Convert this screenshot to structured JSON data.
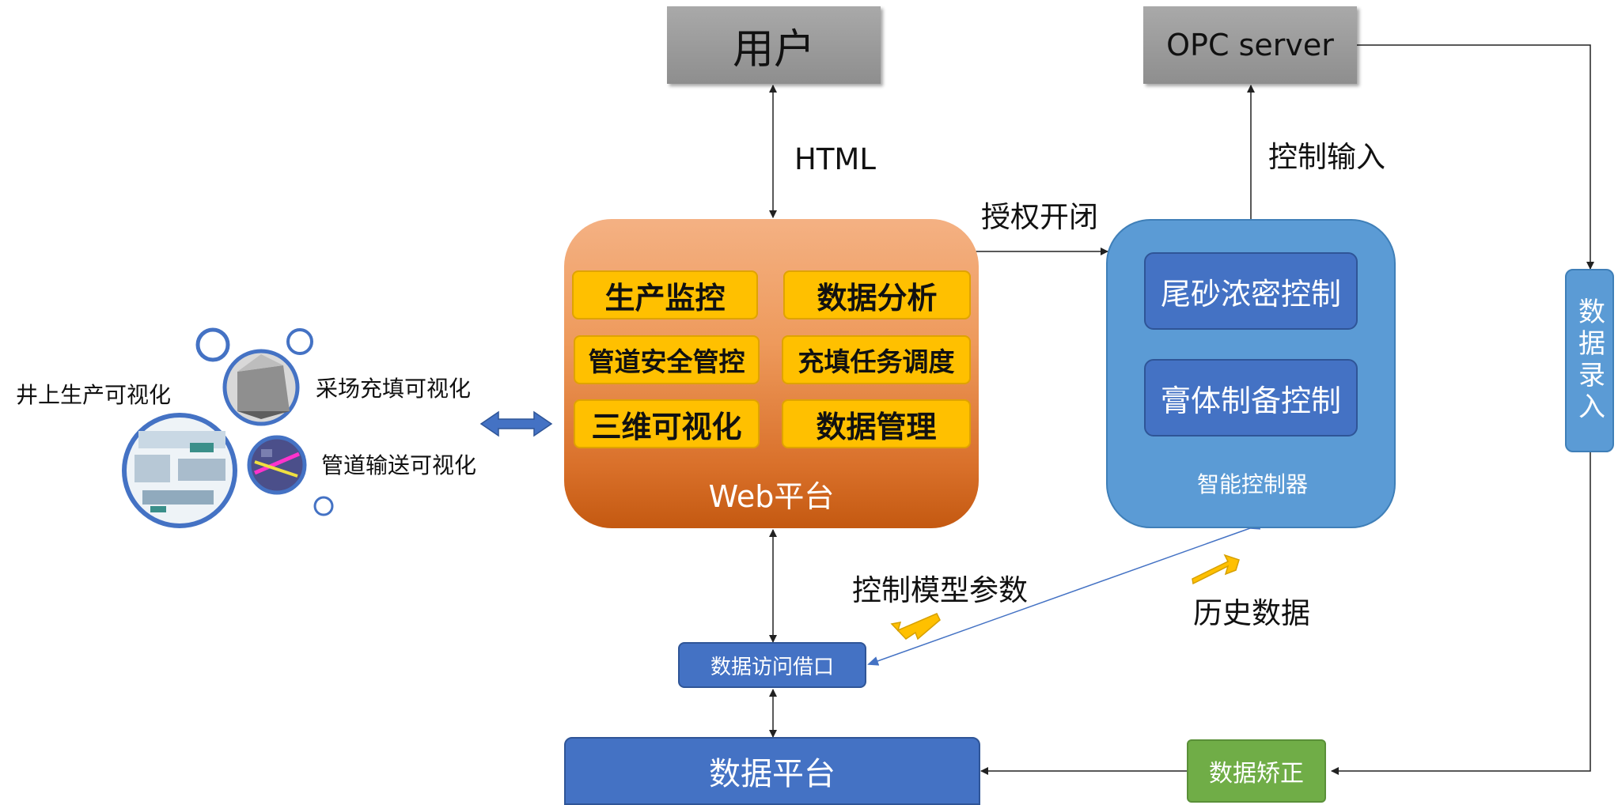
{
  "user_label": "用户",
  "opc_label": "OPC server",
  "html_label": "HTML",
  "control_input_label": "控制输入",
  "authorize_label": "授权开闭",
  "web_platform": {
    "title": "Web平台",
    "modules": [
      "生产监控",
      "数据分析",
      "管道安全管控",
      "充填任务调度",
      "三维可视化",
      "数据管理"
    ]
  },
  "controller": {
    "title": "智能控制器",
    "modules": [
      "尾砂浓密控制",
      "膏体制备控制"
    ]
  },
  "data_entry_label": "数据录入",
  "visualization": {
    "surface_label": "井上生产可视化",
    "stope_label": "采场充填可视化",
    "pipeline_label": "管道输送可视化"
  },
  "model_params_label": "控制模型参数",
  "history_label": "历史数据",
  "data_access_label": "数据访问借口",
  "data_platform_label": "数据平台",
  "data_correction_label": "数据矫正",
  "colors": {
    "web_orange": "#ed7d31",
    "module_yellow": "#ffc000",
    "controller_blue": "#5b9bd5",
    "dark_blue": "#4472c4",
    "correction_green": "#70ad47",
    "header_grey": "#a6a6a6"
  }
}
